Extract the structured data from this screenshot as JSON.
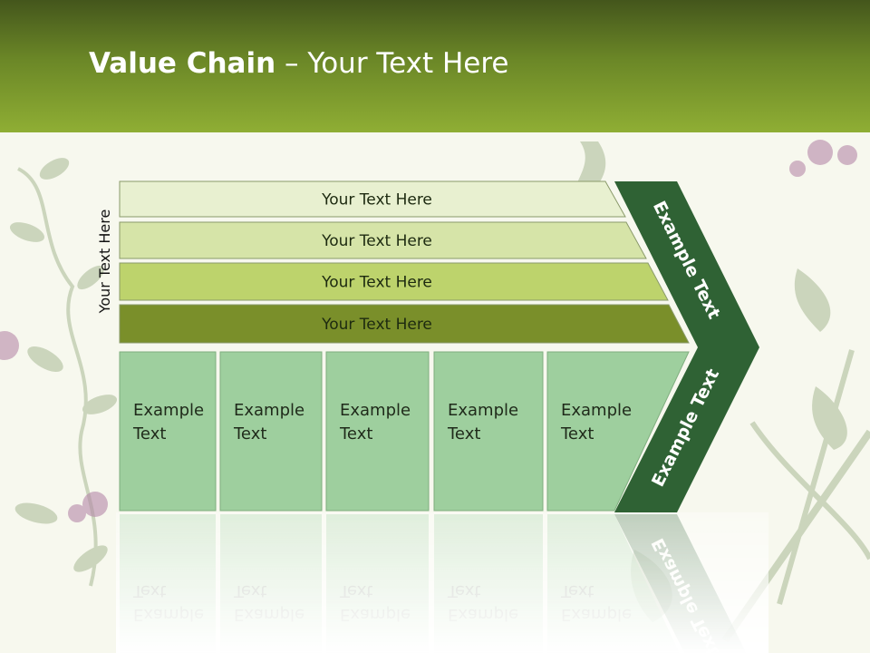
{
  "title": {
    "bold": "Value Chain",
    "rest": " – Your Text Here"
  },
  "side_label": "Your Text Here",
  "rows": [
    {
      "label": "Your Text Here",
      "color": "#e8f0d0"
    },
    {
      "label": "Your Text Here",
      "color": "#d6e4a8"
    },
    {
      "label": "Your Text Here",
      "color": "#bdd36c"
    },
    {
      "label": "Your Text Here",
      "color": "#7a8f2a"
    }
  ],
  "columns": [
    {
      "line1": "Example",
      "line2": "Text"
    },
    {
      "line1": "Example",
      "line2": "Text"
    },
    {
      "line1": "Example",
      "line2": "Text"
    },
    {
      "line1": "Example",
      "line2": "Text"
    },
    {
      "line1": "Example",
      "line2": "Text"
    }
  ],
  "chevron": {
    "top_label": "Example Text",
    "bottom_label": "Example Text",
    "color": "#2f6234"
  },
  "colors": {
    "column": "#9ecf9e",
    "header_dark": "#44561c",
    "header_light": "#8fae34"
  }
}
